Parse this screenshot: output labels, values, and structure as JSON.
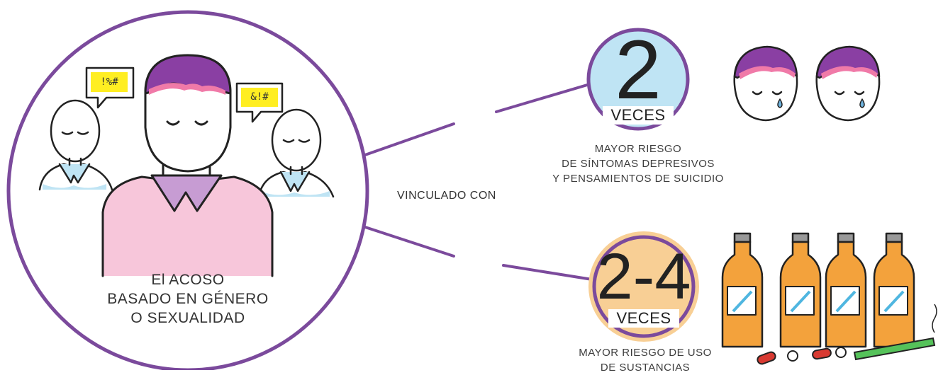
{
  "main": {
    "line1": "El ACOSO",
    "line2": "BASADO EN GÉNERO",
    "line3": "O SEXUALIDAD"
  },
  "linking_label": "VINCULADO CON",
  "bubbles": {
    "left": "!%#",
    "right": "&!#"
  },
  "stat_depression": {
    "number": "2",
    "unit": "VECES",
    "caption_line1": "MAYOR RIESGO",
    "caption_line2": "DE SÍNTOMAS DEPRESIVOS",
    "caption_line3": "Y PENSAMIENTOS DE SUICIDIO"
  },
  "stat_substance": {
    "number": "2-4",
    "unit": "VECES",
    "caption_line1": "MAYOR RIESGO DE USO",
    "caption_line2": "DE SUSTANCIAS"
  },
  "colors": {
    "purple": "#7b4a9c",
    "hair_purple": "#8a3fa3",
    "hair_pink": "#f07aa8",
    "shirt_pink": "#f7c6da",
    "collar_lilac": "#c79cd3",
    "light_blue": "#bfe4f4",
    "orange": "#f3a23c",
    "peach": "#f8cf95",
    "yellow": "#ffee22",
    "green": "#55c25a",
    "red": "#d83a32"
  }
}
